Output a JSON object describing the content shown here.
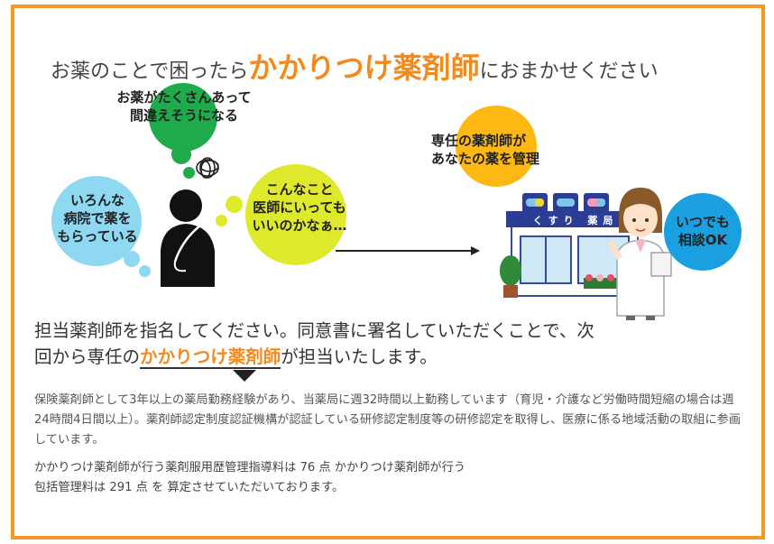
{
  "headline": {
    "prefix": "お薬のことで困ったら",
    "highlight": "かかりつけ薬剤師",
    "suffix": "におまかせください"
  },
  "bubbles": {
    "green_line1": "お薬がたくさんあって",
    "green_line2": "間違えそうになる",
    "blue_line1": "いろんな",
    "blue_line2": "病院で薬を",
    "blue_line3": "もらっている",
    "yellow_line1": "こんなこと",
    "yellow_line2": "医師にいっても",
    "yellow_line3": "いいのかなぁ…",
    "orange_line1": "専任の薬剤師が",
    "orange_line2": "あなたの薬を管理",
    "consult_line1": "いつでも",
    "consult_line2": "相談OK"
  },
  "pharmacy": {
    "sign": "くすり 薬局"
  },
  "paragraph1": {
    "line1": "担当薬剤師を指名してください。同意書に署名していただくことで、次",
    "line2_prefix": "回から専任の",
    "line2_highlight": "かかりつけ薬剤師",
    "line2_suffix": "が担当いたします。"
  },
  "paragraph2": "保険薬剤師として3年以上の薬局勤務経験があり、当薬局に週32時間以上勤務しています（育児・介護など労働時間短縮の場合は週24時間4日間以上）。薬剤師認定制度認証機構が認証している研修認定制度等の研修認定を取得し、医療に係る地域活動の取組に参画しています。",
  "paragraph3": {
    "line1": "かかりつけ薬剤師が行う薬剤服用歴管理指導料は 76 点 かかりつけ薬剤師が行う",
    "line2": "包括管理料は 291 点 を 算定させていただいております。"
  },
  "colors": {
    "frame": "#f29a1f",
    "accent": "#f28a1e",
    "green": "#1faa4b",
    "blue": "#8fd8f2",
    "yellow": "#dde92a",
    "orange": "#fdb813",
    "consult": "#1aa0e0"
  }
}
